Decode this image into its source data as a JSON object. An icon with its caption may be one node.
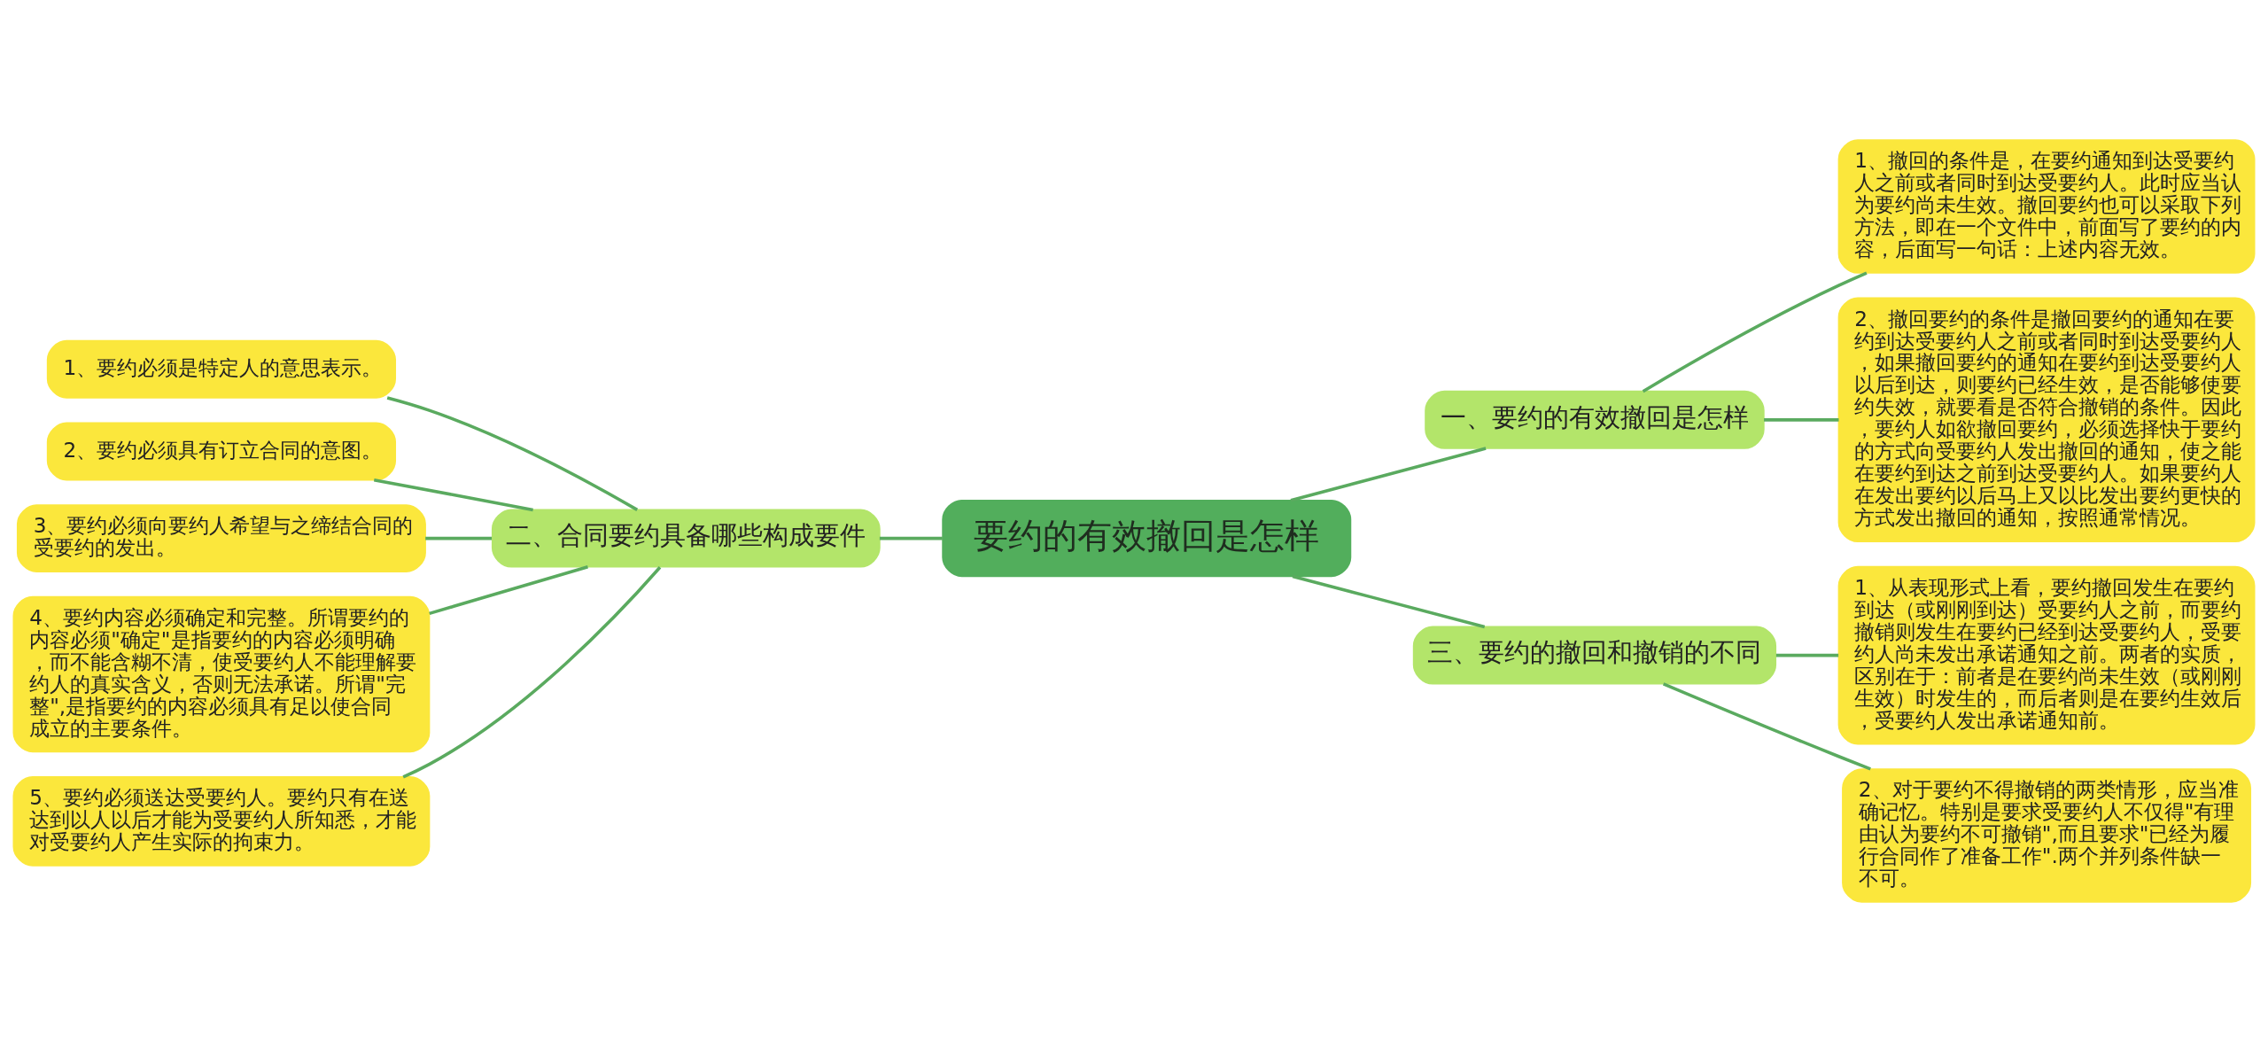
{
  "diagram": {
    "nodes": [
      {
        "text": [
          "要约的有效撤回是怎样"
        ]
      },
      {
        "text": [
          "一、要约的有效撤回是怎样"
        ]
      },
      {
        "text": [
          "1、撤回的条件是，在要约通知到达受要约人之前或者同时到达受要约人。此时应当认为要约尚未生效。撤回要约也可以采取下列方法，即在一个文件中，前面写了要约的内容，后面写一句话：上述内容无效。"
        ]
      },
      {
        "text": [
          "2、撤回要约的条件是撤回要约的通知在要约到达受要约人之前或者同时到达受要约人，如果撤回要约的通知在要约到达受要约人以后到达，则要约已经生效，是否能够使要约失效，就要看是否符合撤销的条件。因此，要约人如欲撤回要约，必须选择快于要约的方式向受要约人发出撤回的通知，使之能在要约到达之前到达受要约人。如果要约人在发出要约以后马上又以比发出要约更快的方式发出撤回的通知，按照通常情况。"
        ]
      },
      {
        "text": [
          "二、合同要约具备哪些构成要件"
        ]
      },
      {
        "text": [
          "1、要约必须是特定人的意思表示。"
        ]
      },
      {
        "text": [
          "2、要约必须具有订立合同的意图。"
        ]
      },
      {
        "text": [
          "3、要约必须向要约人希望与之缔结合同的受要约的发出。"
        ]
      },
      {
        "text": [
          "4、要约内容必须确定和完整。所谓要约的内容必须\"确定\"是指要约的内容必须明确，而不能含糊不清，使受要约人不能理解要约人的真实含义，否则无法承诺。所谓\"完整\",是指要约的内容必须具有足以使合同成立的主要条件。"
        ]
      },
      {
        "text": [
          "5、要约必须送达受要约人。要约只有在送达到以人以后才能为受要约人所知悉，才能对受要约人产生实际的拘束力。"
        ]
      },
      {
        "text": [
          "三、要约的撤回和撤销的不同"
        ]
      },
      {
        "text": [
          "1、从表现形式上看，要约撤回发生在要约到达（或刚刚到达）受要约人之前，而要约撤销则发生在要约已经到达受要约人，受要约人尚未发出承诺通知之前。两者的实质，区别在于：前者是在要约尚未生效（或刚刚生效）时发生的，而后者则是在要约生效后，受要约人发出承诺通知前。"
        ]
      },
      {
        "text": [
          "2、对于要约不得撤销的两类情形，应当准确记忆。特别是要求受要约人不仅得\"有理由认为要约不可撤销\",而且要求\"已经为履行合同作了准备工作\".两个并列条件缺一不可。"
        ]
      }
    ],
    "edges": [
      {
        "from": 0,
        "to": 1,
        "arrow": "none"
      },
      {
        "from": 1,
        "to": 2,
        "arrow": "none"
      },
      {
        "from": 1,
        "to": 3,
        "arrow": "none"
      },
      {
        "from": 5,
        "to": 4,
        "arrow": "none"
      },
      {
        "from": 6,
        "to": 4,
        "arrow": "none"
      },
      {
        "from": 7,
        "to": 4,
        "arrow": "none"
      },
      {
        "from": 8,
        "to": 4,
        "arrow": "none"
      },
      {
        "from": 9,
        "to": 4,
        "arrow": "none"
      },
      {
        "from": 4,
        "to": 0,
        "arrow": "none"
      },
      {
        "from": 0,
        "to": 10,
        "arrow": "none"
      },
      {
        "from": 10,
        "to": 11,
        "arrow": "none"
      },
      {
        "from": 10,
        "to": 12,
        "arrow": "none"
      }
    ]
  }
}
